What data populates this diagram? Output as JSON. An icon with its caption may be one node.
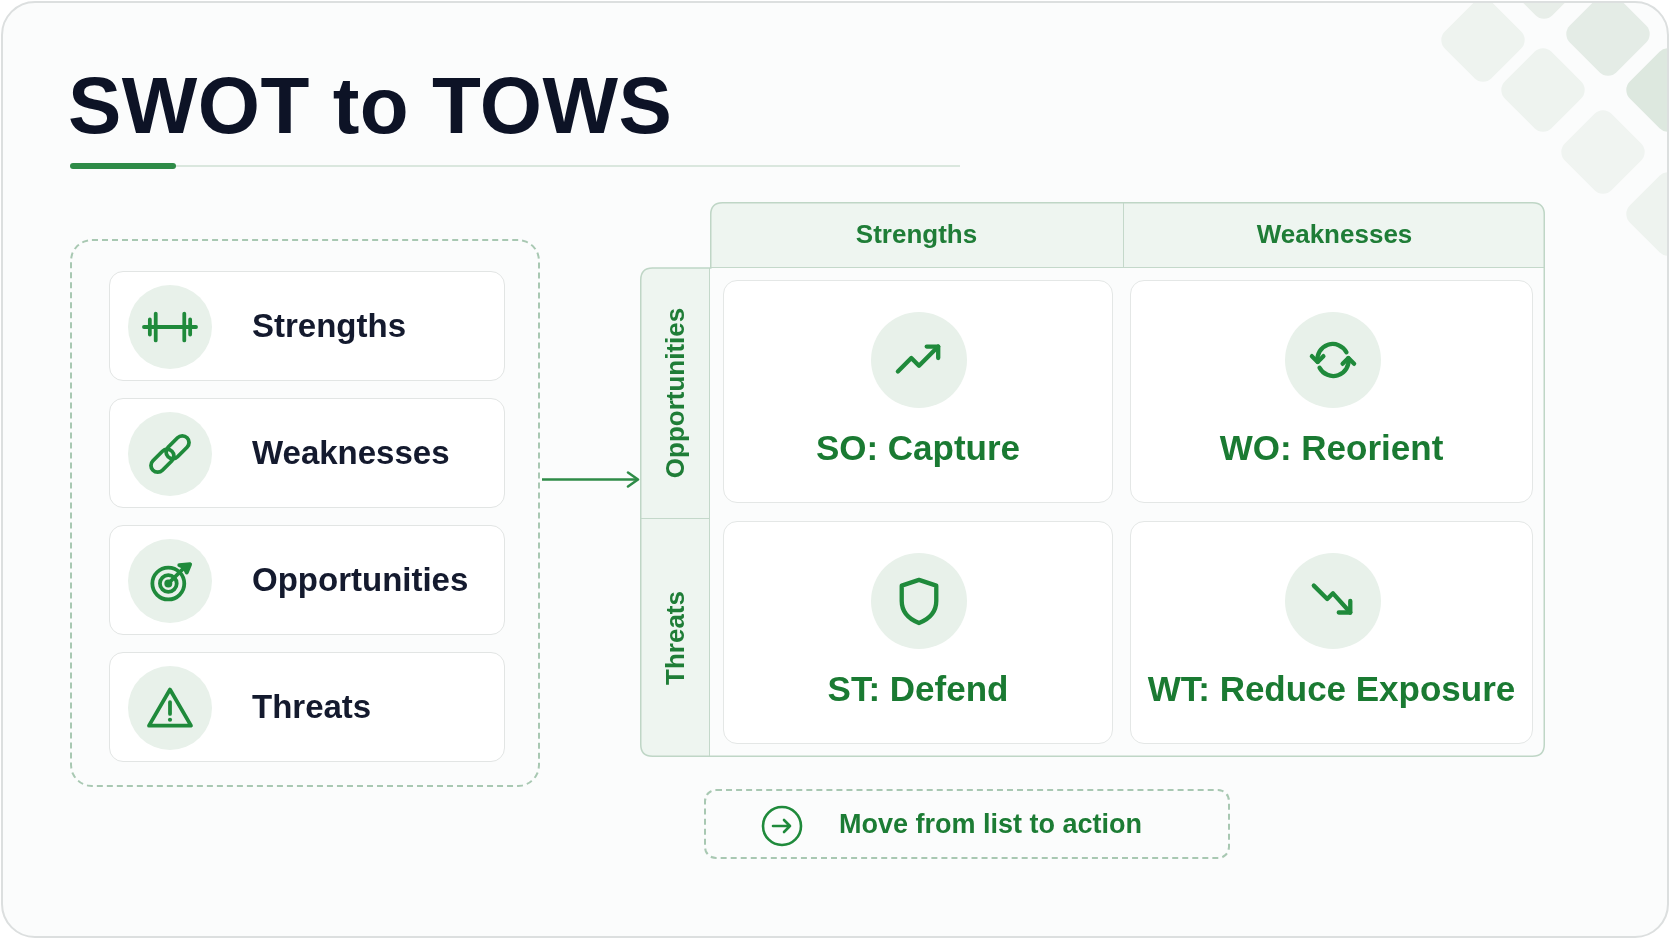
{
  "diagram": {
    "title": "SWOT to TOWS",
    "nodes": [
      {
        "text": [],
        "shape": "box"
      },
      {
        "text": [
          "Strengths"
        ],
        "in": 0
      },
      {
        "text": [
          "Weaknesses"
        ],
        "in": 0
      },
      {
        "text": [
          "Opportunities"
        ],
        "in": 0
      },
      {
        "text": [
          "Threats"
        ],
        "in": 0
      },
      {
        "text": [],
        "shape": "box"
      },
      {
        "text": [
          "Strengths"
        ],
        "in": 5
      },
      {
        "text": [
          "Weaknesses"
        ],
        "in": 5
      },
      {
        "text": [
          "Opportunities"
        ],
        "in": 5
      },
      {
        "text": [
          "SO: Capture"
        ],
        "in": 5
      },
      {
        "text": [
          "WO: Reorient"
        ],
        "in": 5
      },
      {
        "text": [
          "Threats"
        ],
        "in": 5
      },
      {
        "text": [
          "ST: Defend"
        ],
        "in": 5
      },
      {
        "text": [
          "WT: Reduce Exposure"
        ],
        "in": 5
      },
      {
        "text": [
          "Move from list to action"
        ]
      }
    ],
    "edges": [
      {
        "from": 0,
        "to": 5,
        "arrow": "to"
      }
    ]
  }
}
